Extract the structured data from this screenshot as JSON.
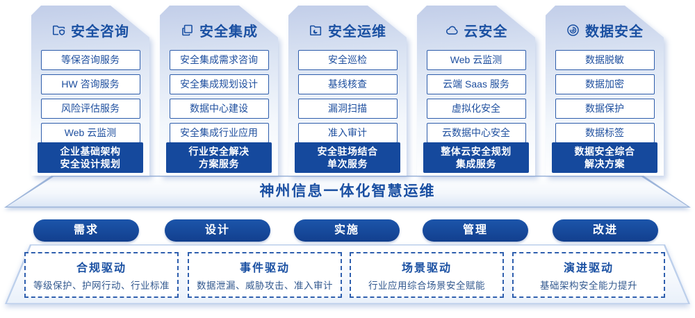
{
  "banner": {
    "title": "神州信息一体化智慧运维"
  },
  "columns": [
    {
      "icon": "folder-shield-icon",
      "title": "安全咨询",
      "items": [
        "等保咨询服务",
        "HW 咨询服务",
        "风险评估服务",
        "Web 云监测"
      ],
      "footer_line1": "企业基础架构",
      "footer_line2": "安全设计规划"
    },
    {
      "icon": "copy-icon",
      "title": "安全集成",
      "items": [
        "安全集成需求咨询",
        "安全集成规划设计",
        "数据中心建设",
        "安全集成行业应用"
      ],
      "footer_line1": "行业安全解决",
      "footer_line2": "方案服务"
    },
    {
      "icon": "folder-clock-icon",
      "title": "安全运维",
      "items": [
        "安全巡检",
        "基线核查",
        "漏洞扫描",
        "准入审计"
      ],
      "footer_line1": "安全驻场结合",
      "footer_line2": "单次服务"
    },
    {
      "icon": "cloud-icon",
      "title": "云安全",
      "items": [
        "Web 云监测",
        "云端 Saas 服务",
        "虚拟化安全",
        "云数据中心安全"
      ],
      "footer_line1": "整体云安全规划",
      "footer_line2": "集成服务"
    },
    {
      "icon": "fingerprint-icon",
      "title": "数据安全",
      "items": [
        "数据脱敏",
        "数据加密",
        "数据保护",
        "数据标签"
      ],
      "footer_line1": "数据安全综合",
      "footer_line2": "解决方案"
    }
  ],
  "pills": [
    "需求",
    "设计",
    "实施",
    "管理",
    "改进"
  ],
  "drivers": [
    {
      "title": "合规驱动",
      "desc": "等级保护、护网行动、行业标准"
    },
    {
      "title": "事件驱动",
      "desc": "数据泄漏、威胁攻击、准入审计"
    },
    {
      "title": "场景驱动",
      "desc": "行业应用综合场景安全赋能"
    },
    {
      "title": "演进驱动",
      "desc": "基础架构安全能力提升"
    }
  ],
  "colors": {
    "accent": "#1a50a2",
    "item_border": "#2e5dab",
    "footer_bg": "#15499d",
    "pill_bg": "#164a9e",
    "card_top": "#c2cee9"
  }
}
